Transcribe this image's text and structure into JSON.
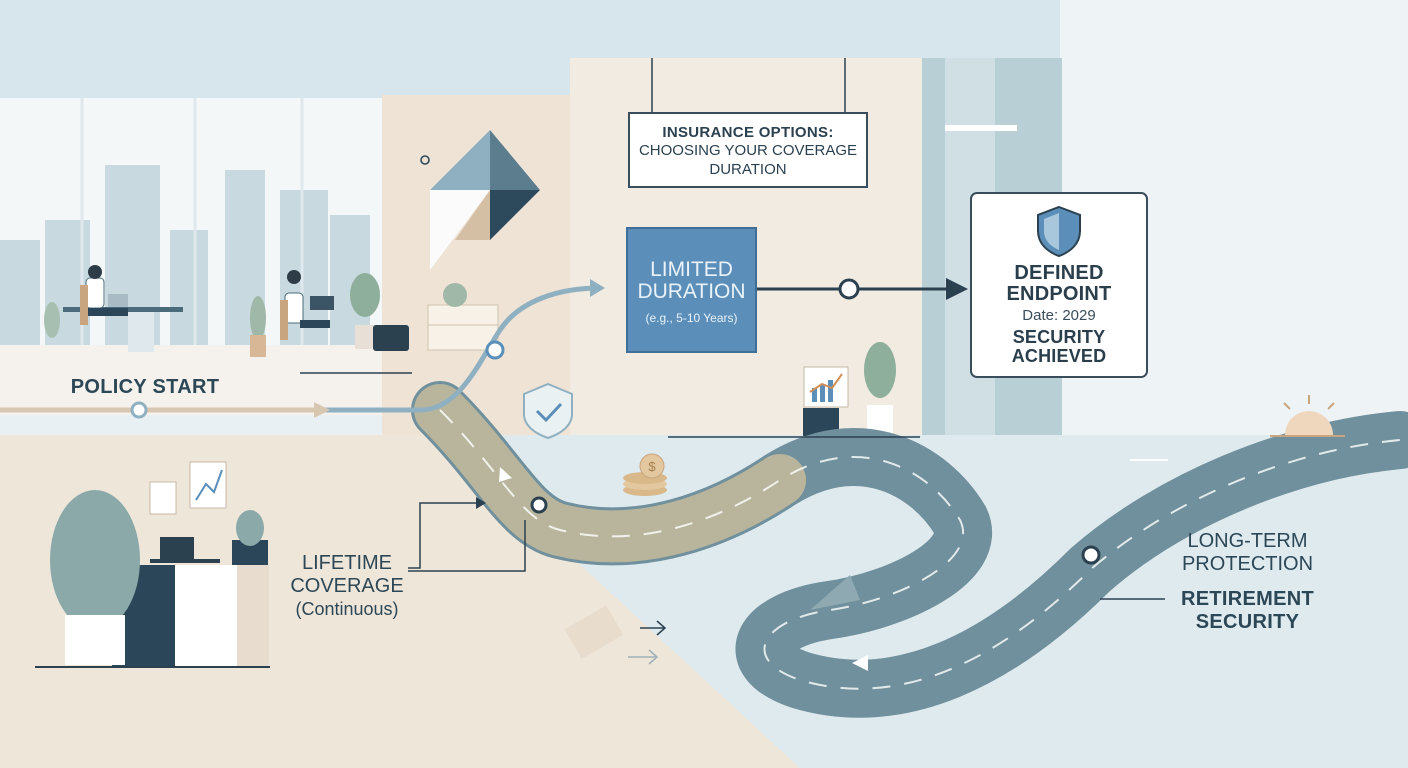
{
  "title": {
    "line1": "INSURANCE OPTIONS:",
    "line2": "CHOOSING YOUR COVERAGE",
    "line3": "DURATION"
  },
  "policy_start": "POLICY START",
  "limited": {
    "line1": "LIMITED",
    "line2": "DURATION",
    "note": "(e.g., 5-10 Years)"
  },
  "endpoint": {
    "line1": "DEFINED",
    "line2": "ENDPOINT",
    "date": "Date: 2029",
    "line3": "SECURITY",
    "line4": "ACHIEVED"
  },
  "lifetime": {
    "line1": "LIFETIME",
    "line2": "COVERAGE",
    "line3": "(Continuous)"
  },
  "long_term": {
    "line1": "LONG-TERM",
    "line2": "PROTECTION"
  },
  "retirement": {
    "line1": "RETIREMENT",
    "line2": "SECURITY"
  },
  "colors": {
    "accent_blue": "#5b8fba",
    "road": "#6f909c",
    "road_light": "#b8b59c",
    "text_dark": "#2b4150",
    "beige": "#efe4d6",
    "sky": "#e3edf1"
  },
  "icons": [
    "shield-icon",
    "coins-icon",
    "chart-icon",
    "sun-icon",
    "plant-icon",
    "laptop-icon"
  ]
}
